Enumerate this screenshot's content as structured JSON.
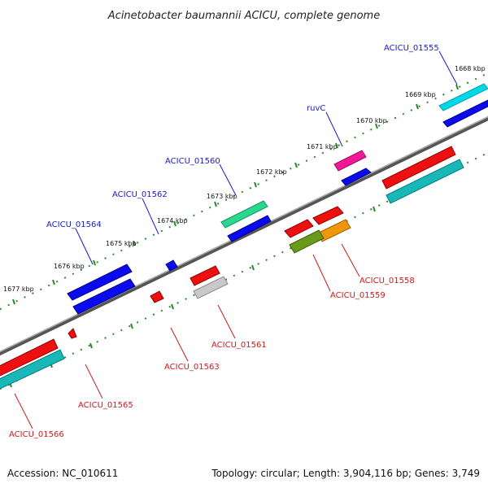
{
  "title": "Acinetobacter baumannii ACICU, complete genome",
  "footer": {
    "accession": "Accession: NC_010611",
    "summary": "Topology: circular; Length: 3,904,116 bp; Genes: 3,749"
  },
  "colors": {
    "backbone": "#7a7a7a",
    "tick": "#2a8a2a",
    "forward_label": "#1a1acc",
    "reverse_label": "#cc1a1a"
  },
  "scale_labels": [
    "1668 kbp",
    "1669 kbp",
    "1670 kbp",
    "1671 kbp",
    "1672 kbp",
    "1673 kbp",
    "1674 kbp",
    "1675 kbp",
    "1676 kbp",
    "1677 kbp"
  ],
  "gene_labels": [
    {
      "name": "ACICU_01555",
      "strand": "forward"
    },
    {
      "name": "ruvC",
      "strand": "forward"
    },
    {
      "name": "ACICU_01560",
      "strand": "forward"
    },
    {
      "name": "ACICU_01562",
      "strand": "forward"
    },
    {
      "name": "ACICU_01564",
      "strand": "forward"
    },
    {
      "name": "ACICU_01558",
      "strand": "reverse"
    },
    {
      "name": "ACICU_01559",
      "strand": "reverse"
    },
    {
      "name": "ACICU_01561",
      "strand": "reverse"
    },
    {
      "name": "ACICU_01563",
      "strand": "reverse"
    },
    {
      "name": "ACICU_01565",
      "strand": "reverse"
    },
    {
      "name": "ACICU_01566",
      "strand": "reverse"
    }
  ]
}
